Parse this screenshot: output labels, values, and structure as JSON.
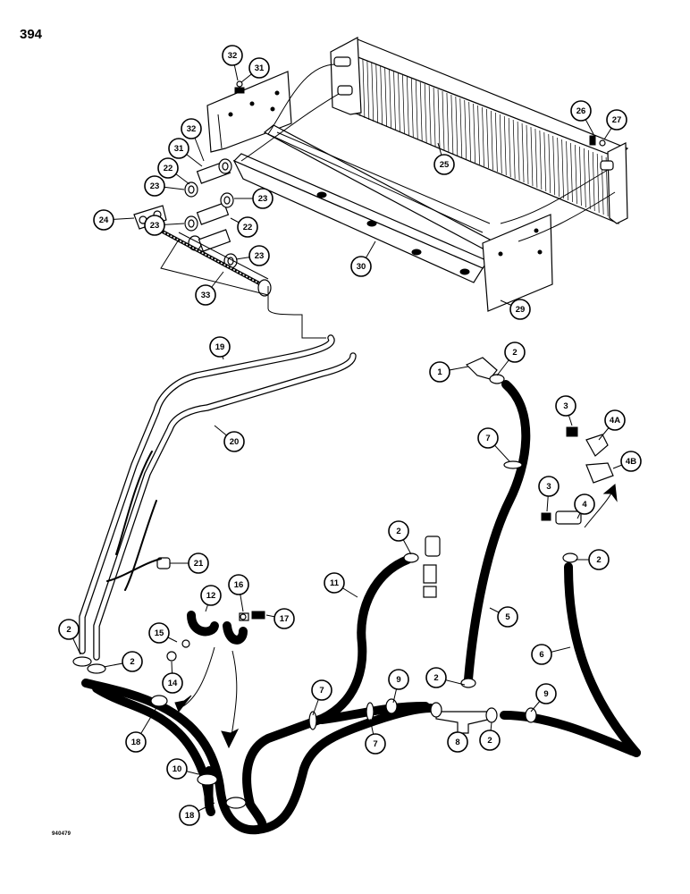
{
  "page_number": "394",
  "drawing_code": "940479",
  "callouts": [
    {
      "id": "c1",
      "label": "1"
    },
    {
      "id": "c2a",
      "label": "2"
    },
    {
      "id": "c2b",
      "label": "2"
    },
    {
      "id": "c2c",
      "label": "2"
    },
    {
      "id": "c2d",
      "label": "2"
    },
    {
      "id": "c2e",
      "label": "2"
    },
    {
      "id": "c2f",
      "label": "2"
    },
    {
      "id": "c2g",
      "label": "2"
    },
    {
      "id": "c3a",
      "label": "3"
    },
    {
      "id": "c3b",
      "label": "3"
    },
    {
      "id": "c4",
      "label": "4"
    },
    {
      "id": "c4a",
      "label": "4A"
    },
    {
      "id": "c4b",
      "label": "4B"
    },
    {
      "id": "c5",
      "label": "5"
    },
    {
      "id": "c6",
      "label": "6"
    },
    {
      "id": "c7a",
      "label": "7"
    },
    {
      "id": "c7b",
      "label": "7"
    },
    {
      "id": "c7c",
      "label": "7"
    },
    {
      "id": "c8",
      "label": "8"
    },
    {
      "id": "c9a",
      "label": "9"
    },
    {
      "id": "c9b",
      "label": "9"
    },
    {
      "id": "c10",
      "label": "10"
    },
    {
      "id": "c11",
      "label": "11"
    },
    {
      "id": "c12",
      "label": "12"
    },
    {
      "id": "c14",
      "label": "14"
    },
    {
      "id": "c15",
      "label": "15"
    },
    {
      "id": "c16",
      "label": "16"
    },
    {
      "id": "c17",
      "label": "17"
    },
    {
      "id": "c18a",
      "label": "18"
    },
    {
      "id": "c18b",
      "label": "18"
    },
    {
      "id": "c19",
      "label": "19"
    },
    {
      "id": "c20",
      "label": "20"
    },
    {
      "id": "c21",
      "label": "21"
    },
    {
      "id": "c22a",
      "label": "22"
    },
    {
      "id": "c22b",
      "label": "22"
    },
    {
      "id": "c23a",
      "label": "23"
    },
    {
      "id": "c23b",
      "label": "23"
    },
    {
      "id": "c23c",
      "label": "23"
    },
    {
      "id": "c23d",
      "label": "23"
    },
    {
      "id": "c24",
      "label": "24"
    },
    {
      "id": "c25",
      "label": "25"
    },
    {
      "id": "c26",
      "label": "26"
    },
    {
      "id": "c27",
      "label": "27"
    },
    {
      "id": "c29",
      "label": "29"
    },
    {
      "id": "c30",
      "label": "30"
    },
    {
      "id": "c31a",
      "label": "31"
    },
    {
      "id": "c31b",
      "label": "31"
    },
    {
      "id": "c32a",
      "label": "32"
    },
    {
      "id": "c32b",
      "label": "32"
    },
    {
      "id": "c33",
      "label": "33"
    }
  ]
}
